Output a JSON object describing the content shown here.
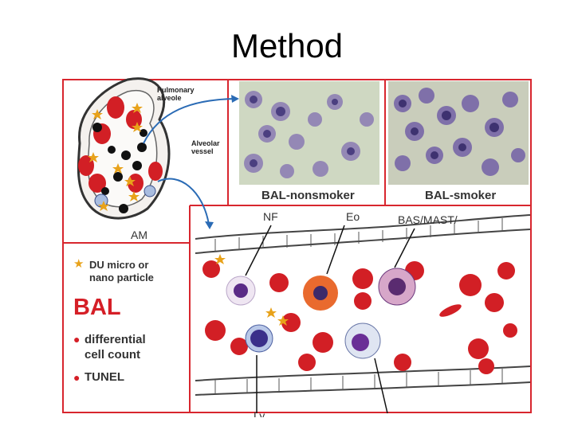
{
  "title": "Method",
  "alveolus": {
    "pulmonary_alveole": "Pulmonary\nalveole",
    "alveolar_vessel": "Alveolar\nvessel",
    "am": "AM"
  },
  "legend": {
    "du_particle": "DU micro or\nnano particle",
    "bal": "BAL",
    "item_differential": "differential\ncell count",
    "item_tunel": "TUNEL"
  },
  "photos": {
    "nonsmoker": "BAL-nonsmoker",
    "smoker": "BAL-smoker"
  },
  "vessel_labels": {
    "nf": "NF",
    "eo": "Eo",
    "bas_mast": "BAS/MAST/",
    "ly": "Ly"
  },
  "colors": {
    "frame_red": "#d8262e",
    "star_gold": "#e8a21a",
    "blood_red": "#d21f25"
  }
}
